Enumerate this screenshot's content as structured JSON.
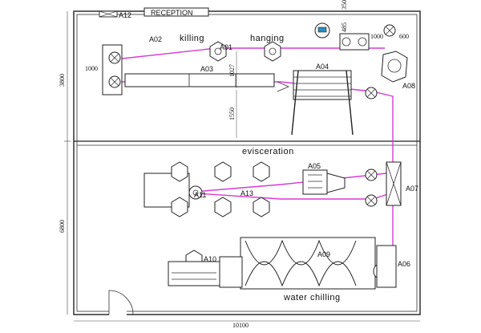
{
  "plan": {
    "reception": "RECEPTION",
    "areas": {
      "killing": "killing",
      "hanging": "hanging",
      "evisceration": "evisceration",
      "water_chilling": "water chilling"
    },
    "equipment": {
      "a01": "A01",
      "a02": "A02",
      "a03": "A03",
      "a04": "A04",
      "a05": "A05",
      "a06": "A06",
      "a07": "A07",
      "a08": "A08",
      "a09": "A09",
      "a10": "A10",
      "a11": "A11",
      "a12": "A12",
      "a13": "A13"
    },
    "dimensions": {
      "width_total": "10100",
      "height_top": "3800",
      "height_bottom": "6800",
      "d1000_left": "1000",
      "d1027": "1027",
      "d1550": "1550",
      "d485": "485",
      "d350": "350",
      "d1000_right": "1000",
      "d600": "600"
    },
    "colors": {
      "conveyor": "#d63cd6",
      "line": "#222222",
      "floor": "#ffffff"
    }
  }
}
